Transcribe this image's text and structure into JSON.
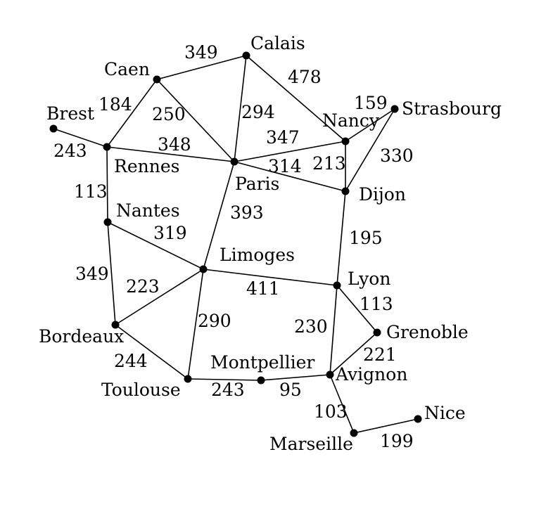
{
  "graph": {
    "nodes": [
      {
        "id": "calais",
        "label": "Calais"
      },
      {
        "id": "caen",
        "label": "Caen"
      },
      {
        "id": "brest",
        "label": "Brest"
      },
      {
        "id": "rennes",
        "label": "Rennes"
      },
      {
        "id": "paris",
        "label": "Paris"
      },
      {
        "id": "nancy",
        "label": "Nancy"
      },
      {
        "id": "strasbourg",
        "label": "Strasbourg"
      },
      {
        "id": "dijon",
        "label": "Dijon"
      },
      {
        "id": "nantes",
        "label": "Nantes"
      },
      {
        "id": "limoges",
        "label": "Limoges"
      },
      {
        "id": "lyon",
        "label": "Lyon"
      },
      {
        "id": "grenoble",
        "label": "Grenoble"
      },
      {
        "id": "bordeaux",
        "label": "Bordeaux"
      },
      {
        "id": "toulouse",
        "label": "Toulouse"
      },
      {
        "id": "montpellier",
        "label": "Montpellier"
      },
      {
        "id": "avignon",
        "label": "Avignon"
      },
      {
        "id": "marseille",
        "label": "Marseille"
      },
      {
        "id": "nice",
        "label": "Nice"
      }
    ],
    "edges": [
      {
        "from": "caen",
        "to": "calais",
        "weight": "349"
      },
      {
        "from": "caen",
        "to": "rennes",
        "weight": "184"
      },
      {
        "from": "caen",
        "to": "paris",
        "weight": "250"
      },
      {
        "from": "calais",
        "to": "paris",
        "weight": "294"
      },
      {
        "from": "calais",
        "to": "nancy",
        "weight": "478"
      },
      {
        "from": "nancy",
        "to": "strasbourg",
        "weight": "159"
      },
      {
        "from": "brest",
        "to": "rennes",
        "weight": "243"
      },
      {
        "from": "rennes",
        "to": "paris",
        "weight": "348"
      },
      {
        "from": "paris",
        "to": "nancy",
        "weight": "347"
      },
      {
        "from": "paris",
        "to": "dijon",
        "weight": "314"
      },
      {
        "from": "nancy",
        "to": "dijon",
        "weight": "213"
      },
      {
        "from": "strasbourg",
        "to": "dijon",
        "weight": "330"
      },
      {
        "from": "rennes",
        "to": "nantes",
        "weight": "113"
      },
      {
        "from": "paris",
        "to": "limoges",
        "weight": "393"
      },
      {
        "from": "dijon",
        "to": "lyon",
        "weight": "195"
      },
      {
        "from": "nantes",
        "to": "limoges",
        "weight": "319"
      },
      {
        "from": "nantes",
        "to": "bordeaux",
        "weight": "349"
      },
      {
        "from": "limoges",
        "to": "bordeaux",
        "weight": "223"
      },
      {
        "from": "limoges",
        "to": "lyon",
        "weight": "411"
      },
      {
        "from": "lyon",
        "to": "grenoble",
        "weight": "113"
      },
      {
        "from": "limoges",
        "to": "toulouse",
        "weight": "290"
      },
      {
        "from": "lyon",
        "to": "avignon",
        "weight": "230"
      },
      {
        "from": "grenoble",
        "to": "avignon",
        "weight": "221"
      },
      {
        "from": "bordeaux",
        "to": "toulouse",
        "weight": "244"
      },
      {
        "from": "toulouse",
        "to": "montpellier",
        "weight": "243"
      },
      {
        "from": "montpellier",
        "to": "avignon",
        "weight": "95"
      },
      {
        "from": "avignon",
        "to": "marseille",
        "weight": "103"
      },
      {
        "from": "marseille",
        "to": "nice",
        "weight": "199"
      }
    ]
  }
}
